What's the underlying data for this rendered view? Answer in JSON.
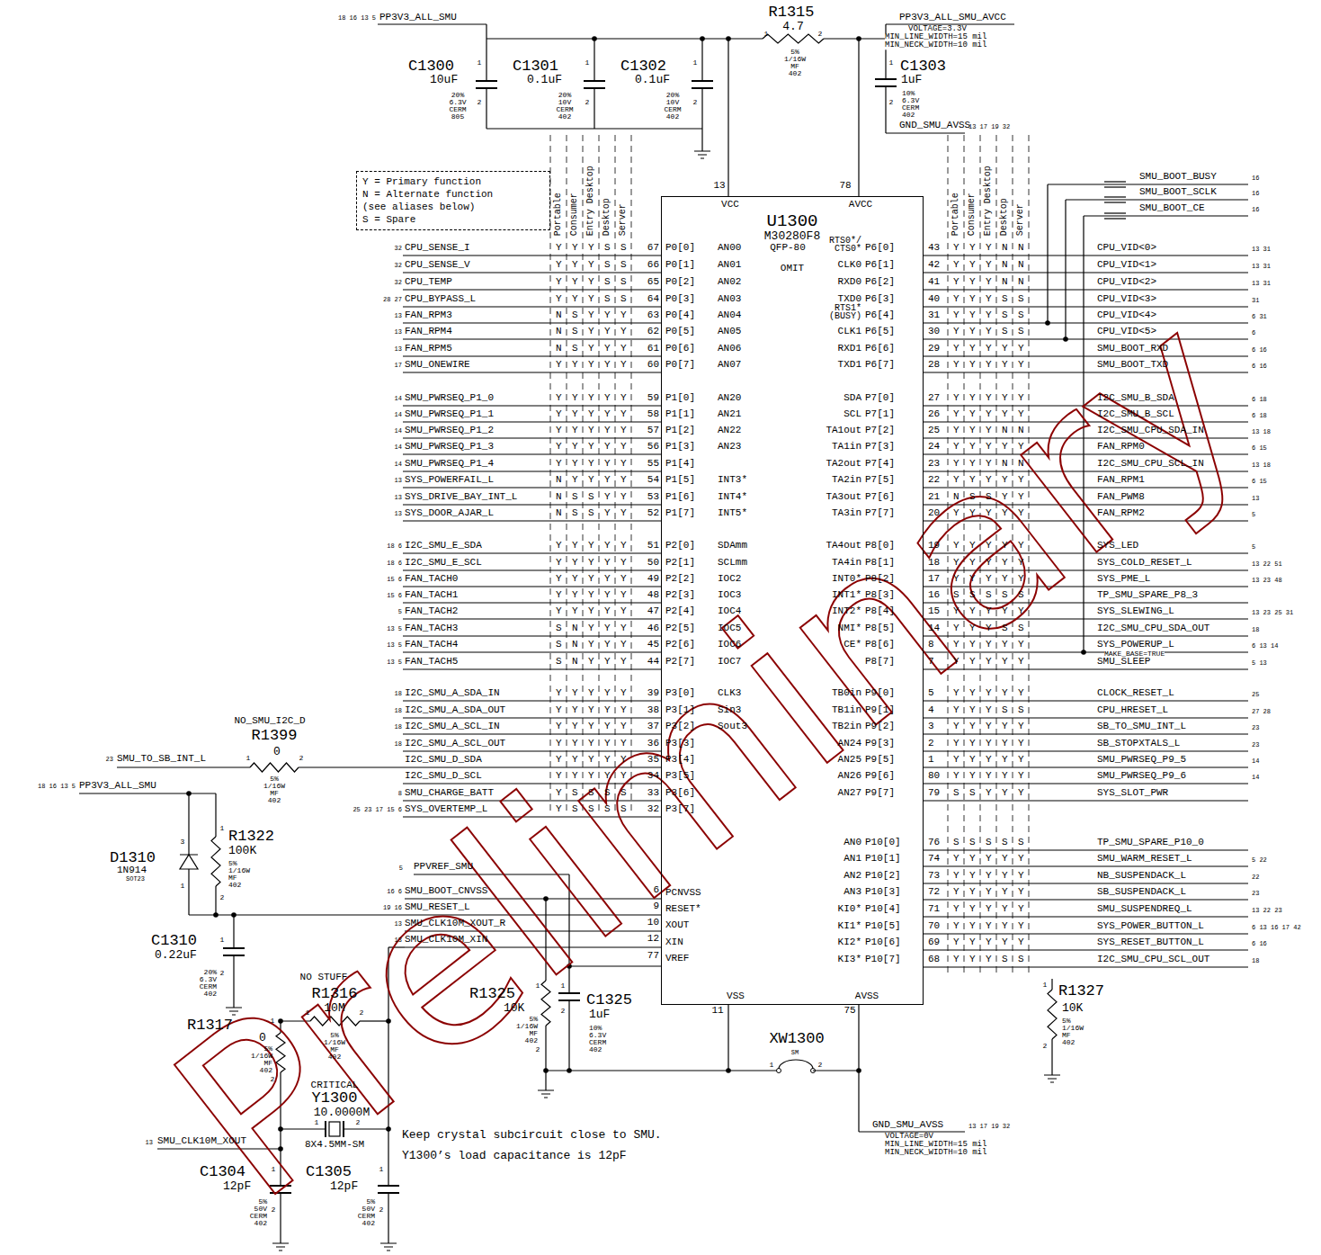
{
  "diagram": {
    "nodes": [
      {
        "text": [
          "Y = Primary function",
          "N = Alternate function (see aliases below)",
          "S = Spare"
        ]
      },
      {
        "text": [
          "U1300",
          "M30280F8",
          "QFP-80",
          "OMIT"
        ]
      }
    ],
    "labels": [
      "18 16 13 5",
      "PP3V3_ALL_SMU",
      "R1315",
      "4.7",
      "1",
      "2",
      "5% 1/16W MF 402",
      "PP3V3_ALL_SMU_AVCC",
      "VOLTAGE=3.3V",
      "MIN_LINE_WIDTH=15 mil",
      "MIN_NECK_WIDTH=10 mil",
      "C1300",
      "1",
      "10uF",
      "20% 6.3V CERM 805",
      "2",
      "C1301",
      "1",
      "0.1uF",
      "20% 10V CERM 402",
      "2",
      "C1302",
      "1",
      "0.1uF",
      "20% 10V CERM 402",
      "2",
      "C1303",
      "1",
      "1uF",
      "10% 6.3V CERM 402",
      "2",
      "GND_SMU_AVSS",
      "13 17 19 32",
      "SMU_BOOT_BUSY",
      "16",
      "SMU_BOOT_SCLK",
      "16",
      "SMU_BOOT_CE",
      "16",
      "Portable",
      "Consumer",
      "Entry Desktop",
      "Desktop",
      "Server",
      "Portable",
      "Consumer",
      "Entry Desktop",
      "Desktop",
      "Server",
      "13",
      "78",
      "VCC",
      "AVCC",
      "VSS",
      "AVSS",
      "11",
      "75",
      "6",
      "PCNVSS",
      "9",
      "RESET*",
      "10",
      "XOUT",
      "12",
      "XIN",
      "77",
      "VREF",
      "5",
      "PPVREF_SMU",
      "16 6",
      "SMU_BOOT_CNVSS",
      "19 16",
      "SMU_RESET_L",
      "13",
      "SMU_CLK10M_XOUT_R",
      "13",
      "SMU_CLK10M_XIN",
      "NO_SMU_I2C_D",
      "R1399",
      "0",
      "1",
      "2",
      "5% 1/16W MF 402",
      "23",
      "SMU_TO_SB_INT_L",
      "18 16 13 5",
      "PP3V3_ALL_SMU",
      "D1310",
      "1N914",
      "SOT23",
      "3",
      "1",
      "R1322",
      "1",
      "100K",
      "5% 1/16W MF 402",
      "2",
      "C1310",
      "1",
      "0.22uF",
      "20% 6.3V CERM 402",
      "2",
      "NO STUFF",
      "R1316",
      "10M",
      "1",
      "2",
      "5% 1/16W MF 402",
      "R1317",
      "1",
      "0",
      "5% 1/16W MF 402",
      "2",
      "CRITICAL",
      "Y1300",
      "10.0000M",
      "1",
      "2",
      "8X4.5MM-SM",
      "13",
      "SMU_CLK10M_XOUT",
      "Keep crystal subcircuit close to SMU.",
      "Y1300’s load capacitance is 12pF",
      "C1304",
      "1",
      "12pF",
      "5% 50V CERM 402",
      "2",
      "C1305",
      "1",
      "12pF",
      "5% 50V CERM 402",
      "2",
      "R1325",
      "1",
      "10K",
      "5% 1/16W MF 402",
      "2",
      "C1325",
      "1",
      "1uF",
      "10% 6.3V CERM 402",
      "2",
      "XW1300",
      "SM",
      "1",
      "2",
      "GND_SMU_AVSS",
      "13 17 19 32",
      "VOLTAGE=0V",
      "MIN_LINE_WIDTH=15 mil",
      "MIN_NECK_WIDTH=10 mil",
      "R1327",
      "1",
      "10K",
      "5% 1/16W MF 402",
      "2",
      "MAKE_BASE=TRUE",
      "Preliminary",
      "32",
      "CPU_SENSE_I",
      "Y Y Y S S",
      "67",
      "P0[0]",
      "AN00",
      "32",
      "CPU_SENSE_V",
      "Y Y Y S S",
      "66",
      "P0[1]",
      "AN01",
      "32",
      "CPU_TEMP",
      "Y Y Y S S",
      "65",
      "P0[2]",
      "AN02",
      "28 27",
      "CPU_BYPASS_L",
      "Y Y Y S S",
      "64",
      "P0[3]",
      "AN03",
      "13",
      "FAN_RPM3",
      "N S Y Y Y",
      "63",
      "P0[4]",
      "AN04",
      "13",
      "FAN_RPM4",
      "N S Y Y Y",
      "62",
      "P0[5]",
      "AN05",
      "13",
      "FAN_RPM5",
      "N S Y Y Y",
      "61",
      "P0[6]",
      "AN06",
      "17",
      "SMU_ONEWIRE",
      "Y Y Y Y Y",
      "60",
      "P0[7]",
      "AN07",
      "14",
      "SMU_PWRSEQ_P1_0",
      "Y Y Y Y Y",
      "59",
      "P1[0]",
      "AN20",
      "14",
      "SMU_PWRSEQ_P1_1",
      "Y Y Y Y Y",
      "58",
      "P1[1]",
      "AN21",
      "14",
      "SMU_PWRSEQ_P1_2",
      "Y Y Y Y Y",
      "57",
      "P1[2]",
      "AN22",
      "14",
      "SMU_PWRSEQ_P1_3",
      "Y Y Y Y Y",
      "56",
      "P1[3]",
      "AN23",
      "14",
      "SMU_PWRSEQ_P1_4",
      "Y Y Y Y Y",
      "55",
      "P1[4]",
      "13",
      "SYS_POWERFAIL_L",
      "N Y Y Y Y",
      "54",
      "P1[5]",
      "INT3*",
      "13",
      "SYS_DRIVE_BAY_INT_L",
      "N S S Y Y",
      "53",
      "P1[6]",
      "INT4*",
      "13",
      "SYS_DOOR_AJAR_L",
      "N S S Y Y",
      "52",
      "P1[7]",
      "INT5*",
      "18 6",
      "I2C_SMU_E_SDA",
      "Y Y Y Y Y",
      "51",
      "P2[0]",
      "SDAmm",
      "18 6",
      "I2C_SMU_E_SCL",
      "Y Y Y Y Y",
      "50",
      "P2[1]",
      "SCLmm",
      "15 6",
      "FAN_TACH0",
      "Y Y Y Y Y",
      "49",
      "P2[2]",
      "IOC2",
      "15 6",
      "FAN_TACH1",
      "Y Y Y Y Y",
      "48",
      "P2[3]",
      "IOC3",
      "5",
      "FAN_TACH2",
      "Y Y Y Y Y",
      "47",
      "P2[4]",
      "IOC4",
      "13 5",
      "FAN_TACH3",
      "S N Y Y Y",
      "46",
      "P2[5]",
      "IOC5",
      "13 5",
      "FAN_TACH4",
      "S N Y Y Y",
      "45",
      "P2[6]",
      "IOC6",
      "13 5",
      "FAN_TACH5",
      "S N Y Y Y",
      "44",
      "P2[7]",
      "IOC7",
      "18",
      "I2C_SMU_A_SDA_IN",
      "Y Y Y Y Y",
      "39",
      "P3[0]",
      "CLK3",
      "18",
      "I2C_SMU_A_SDA_OUT",
      "Y Y Y Y Y",
      "38",
      "P3[1]",
      "Sin3",
      "18",
      "I2C_SMU_A_SCL_IN",
      "Y Y Y Y Y",
      "37",
      "P3[2]",
      "Sout3",
      "18",
      "I2C_SMU_A_SCL_OUT",
      "Y Y Y Y Y",
      "36",
      "P3[3]",
      "I2C_SMU_D_SDA",
      "Y Y Y Y Y",
      "35",
      "P3[4]",
      "I2C_SMU_D_SCL",
      "Y Y Y Y Y",
      "34",
      "P3[5]",
      "8",
      "SMU_CHARGE_BATT",
      "Y S S S S",
      "33",
      "P3[6]",
      "25 23 17 15 6",
      "SYS_OVERTEMP_L",
      "Y S S S S",
      "32",
      "P3[7]",
      "RTS0*/ CTS0*",
      "P6[0]",
      "43",
      "Y Y Y N N",
      "CPU_VID<0>",
      "13 31",
      "CLK0",
      "P6[1]",
      "42",
      "Y Y Y N N",
      "CPU_VID<1>",
      "13 31",
      "RXD0",
      "P6[2]",
      "41",
      "Y Y Y N N",
      "CPU_VID<2>",
      "13 31",
      "TXD0",
      "P6[3]",
      "40",
      "Y Y Y S S",
      "CPU_VID<3>",
      "31",
      "RTS1* (BUSY)",
      "P6[4]",
      "31",
      "Y Y Y S S",
      "CPU_VID<4>",
      "6 31",
      "CLK1",
      "P6[5]",
      "30",
      "Y Y Y S S",
      "CPU_VID<5>",
      "6",
      "RXD1",
      "P6[6]",
      "29",
      "Y Y Y Y Y",
      "SMU_BOOT_RXD",
      "6 16",
      "TXD1",
      "P6[7]",
      "28",
      "Y Y Y Y Y",
      "SMU_BOOT_TXD",
      "6 16",
      "SDA",
      "P7[0]",
      "27",
      "Y Y Y Y Y",
      "I2C_SMU_B_SDA",
      "6 18",
      "SCL",
      "P7[1]",
      "26",
      "Y Y Y Y Y",
      "I2C_SMU_B_SCL",
      "6 18",
      "TA1out",
      "P7[2]",
      "25",
      "Y Y Y N N",
      "I2C_SMU_CPU_SDA_IN",
      "13 18",
      "TA1in",
      "P7[3]",
      "24",
      "Y Y Y Y Y",
      "FAN_RPM0",
      "6 15",
      "TA2out",
      "P7[4]",
      "23",
      "Y Y Y N N",
      "I2C_SMU_CPU_SCL_IN",
      "13 18",
      "TA2in",
      "P7[5]",
      "22",
      "Y Y Y Y Y",
      "FAN_RPM1",
      "6 15",
      "TA3out",
      "P7[6]",
      "21",
      "N S S Y Y",
      "FAN_PWM8",
      "13",
      "TA3in",
      "P7[7]",
      "20",
      "Y Y Y Y Y",
      "FAN_RPM2",
      "5",
      "TA4out",
      "P8[0]",
      "19",
      "Y Y Y Y Y",
      "SYS_LED",
      "5",
      "TA4in",
      "P8[1]",
      "18",
      "Y Y Y Y Y",
      "SYS_COLD_RESET_L",
      "13 22 51",
      "INT0*",
      "P8[2]",
      "17",
      "Y Y Y Y Y",
      "SYS_PME_L",
      "13 23 48",
      "INT1*",
      "P8[3]",
      "16",
      "S S S S S",
      "TP_SMU_SPARE_P8_3",
      "INT2*",
      "P8[4]",
      "15",
      "Y Y Y Y Y",
      "SYS_SLEWING_L",
      "13 23 25 31",
      "NMI*",
      "P8[5]",
      "14",
      "Y Y Y S S",
      "I2C_SMU_CPU_SDA_OUT",
      "18",
      "CE*",
      "P8[6]",
      "8",
      "Y Y Y Y Y",
      "SYS_POWERUP_L",
      "6 13 14",
      "P8[7]",
      "7",
      "Y Y Y Y Y",
      "SMU_SLEEP",
      "5 13",
      "TB0in",
      "P9[0]",
      "5",
      "Y Y Y Y Y",
      "CLOCK_RESET_L",
      "25",
      "TB1in",
      "P9[1]",
      "4",
      "Y Y Y S S",
      "CPU_HRESET_L",
      "27 28",
      "TB2in",
      "P9[2]",
      "3",
      "Y Y Y Y Y",
      "SB_TO_SMU_INT_L",
      "23",
      "AN24",
      "P9[3]",
      "2",
      "Y Y Y Y Y",
      "SB_STOPXTALS_L",
      "23",
      "AN25",
      "P9[5]",
      "1",
      "Y Y Y Y Y",
      "SMU_PWRSEQ_P9_5",
      "14",
      "AN26",
      "P9[6]",
      "80",
      "Y Y Y Y Y",
      "SMU_PWRSEQ_P9_6",
      "14",
      "AN27",
      "P9[7]",
      "79",
      "S S Y Y Y",
      "SYS_SLOT_PWR",
      "AN0",
      "P10[0]",
      "76",
      "S S S S S",
      "TP_SMU_SPARE_P10_0",
      "AN1",
      "P10[1]",
      "74",
      "Y Y Y Y Y",
      "SMU_WARM_RESET_L",
      "5 22",
      "AN2",
      "P10[2]",
      "73",
      "Y Y Y Y Y",
      "NB_SUSPENDACK_L",
      "22",
      "AN3",
      "P10[3]",
      "72",
      "Y Y Y Y Y",
      "SB_SUSPENDACK_L",
      "23",
      "KI0*",
      "P10[4]",
      "71",
      "Y Y Y Y Y",
      "SMU_SUSPENDREQ_L",
      "13 22 23",
      "KI1*",
      "P10[5]",
      "70",
      "Y Y Y Y Y",
      "SYS_POWER_BUTTON_L",
      "6 13 16 17 42",
      "KI2*",
      "P10[6]",
      "69",
      "Y Y Y Y Y",
      "SYS_RESET_BUTTON_L",
      "6 16",
      "KI3*",
      "P10[7]",
      "68",
      "Y Y Y S S",
      "I2C_SMU_CPU_SCL_OUT",
      "18"
    ]
  }
}
